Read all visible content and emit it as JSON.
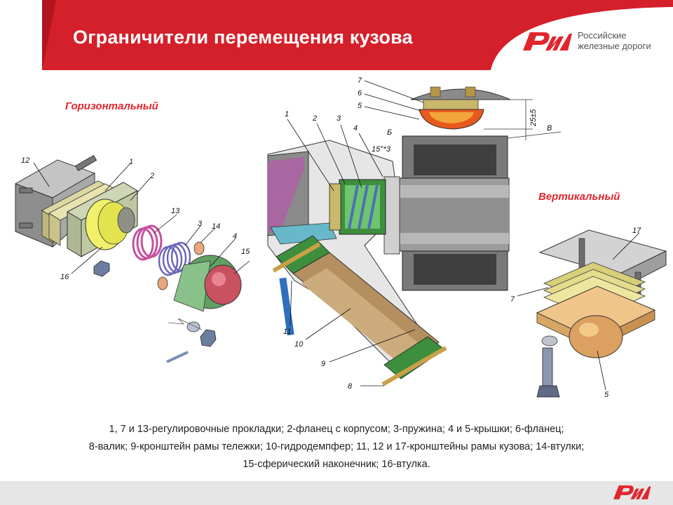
{
  "header": {
    "title": "Ограничители перемещения кузова",
    "brand_line1": "Российские",
    "brand_line2": "железные дороги",
    "brand_color": "#e0262d"
  },
  "sections": {
    "horizontal": "Горизонтальный",
    "vertical": "Вертикальный"
  },
  "callouts": {
    "horizontal": [
      "12",
      "1",
      "2",
      "13",
      "3",
      "14",
      "4",
      "15",
      "16"
    ],
    "center": [
      "7",
      "6",
      "5",
      "1",
      "2",
      "3",
      "4",
      "Б",
      "15°*3",
      "25±5",
      "В",
      "11",
      "10",
      "9",
      "8"
    ],
    "vertical": [
      "17",
      "7",
      "5"
    ]
  },
  "caption": {
    "line1": "1, 7 и 13-регулировочные прокладки; 2-фланец с корпусом; 3-пружина; 4 и 5-крышки; 6-фланец;",
    "line2": "8-валик; 9-кронштейн рамы тележки;  10-гидродемпфер; 11, 12 и 17-кронштейны рамы кузова; 14-втулки;",
    "line3": "15-сферический наконечник; 16-втулка."
  },
  "icons": {
    "brand_logo": "rzd-logo",
    "footer_logo": "rzd-logo"
  }
}
